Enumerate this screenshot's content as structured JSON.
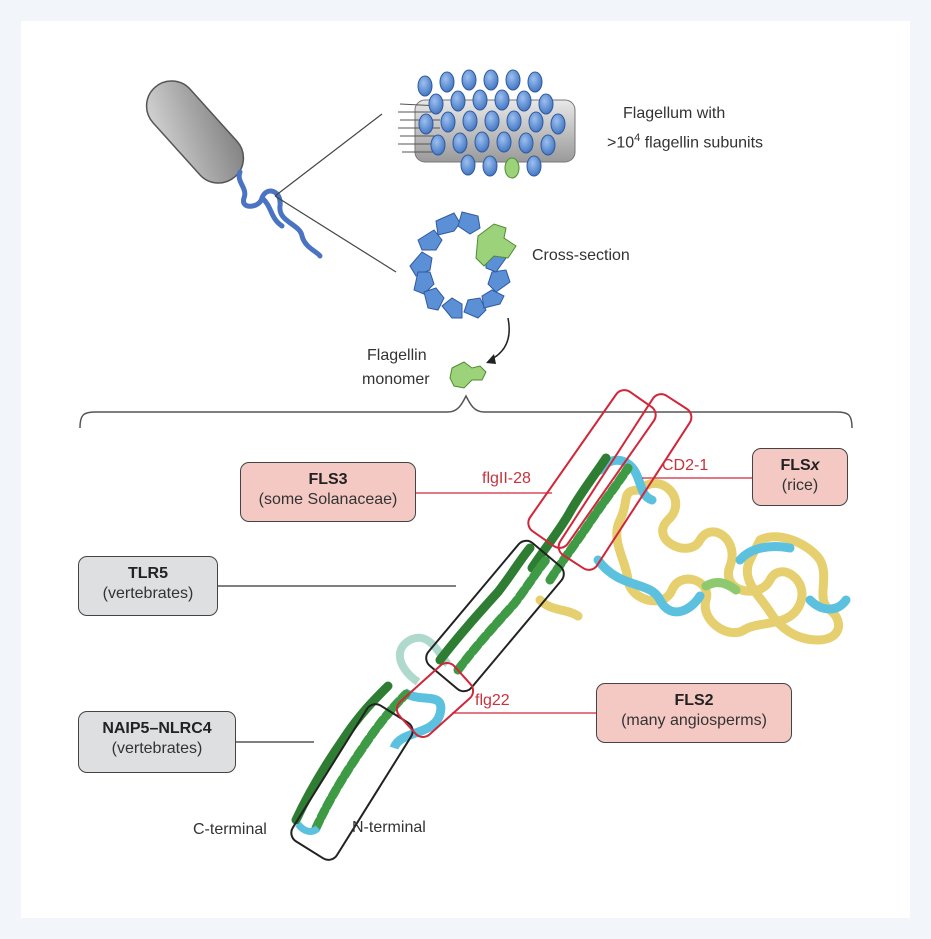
{
  "labels": {
    "flagellum_line1": "Flagellum with",
    "flagellum_line2_prefix": ">10",
    "flagellum_line2_sup": "4",
    "flagellum_line2_suffix": " flagellin subunits",
    "cross_section": "Cross-section",
    "monomer_line1": "Flagellin",
    "monomer_line2": "monomer",
    "flgii28": "flgII-28",
    "cd21": "CD2-1",
    "flg22": "flg22",
    "c_terminal": "C-terminal",
    "n_terminal": "N-terminal"
  },
  "receptors": {
    "fls3": {
      "name": "FLS3",
      "sub": "(some Solanaceae)"
    },
    "flsx": {
      "name": "FLS",
      "name_italic": "x",
      "sub": "(rice)"
    },
    "tlr5": {
      "name": "TLR5",
      "sub": "(vertebrates)"
    },
    "naip5": {
      "name": "NAIP5–NLRC4",
      "sub": "(vertebrates)"
    },
    "fls2": {
      "name": "FLS2",
      "sub": "(many angiosperms)"
    }
  },
  "colors": {
    "plant_box": "#f4c9c4",
    "animal_box": "#dedfe0",
    "red_outline": "#d0273a",
    "helix_green": "#3a8a3a",
    "subunit_blue": "#5b8fd6",
    "monomer_green": "#9bd27a",
    "coil_yellow": "#e6cf6e",
    "coil_cyan": "#5cc1de"
  },
  "icons": [
    "bacterium-icon",
    "flagellum-filament-icon",
    "cross-section-ring-icon",
    "flagellin-monomer-icon"
  ]
}
